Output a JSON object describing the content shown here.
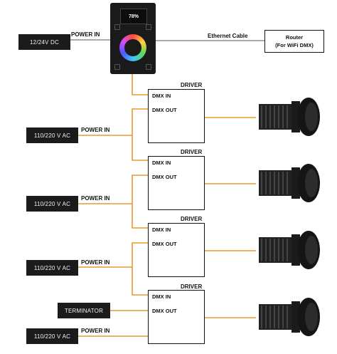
{
  "controller": {
    "display_value": "78%"
  },
  "power_dc": {
    "label": "12/24V DC",
    "power_in": "POWER IN"
  },
  "ethernet": {
    "label": "Ethernet Cable"
  },
  "router": {
    "line1": "Router",
    "line2": "(For WiFi DMX)"
  },
  "drivers": [
    {
      "title": "DRIVER",
      "dmx_in": "DMX IN",
      "dmx_out": "DMX OUT",
      "supply": "110/220 V AC",
      "power_in": "POWER IN"
    },
    {
      "title": "DRIVER",
      "dmx_in": "DMX IN",
      "dmx_out": "DMX OUT",
      "supply": "110/220 V AC",
      "power_in": "POWER IN"
    },
    {
      "title": "DRIVER",
      "dmx_in": "DMX IN",
      "dmx_out": "DMX OUT",
      "supply": "110/220 V AC",
      "power_in": "POWER IN"
    },
    {
      "title": "DRIVER",
      "dmx_in": "DMX IN",
      "dmx_out": "DMX OUT",
      "supply": "110/220 V AC",
      "power_in": "POWER IN"
    }
  ],
  "terminator": {
    "label": "TERMINATOR"
  },
  "colors": {
    "wire_orange": "#e79a2e",
    "wire_gray": "#555555",
    "box_dark": "#1b1b1b"
  }
}
